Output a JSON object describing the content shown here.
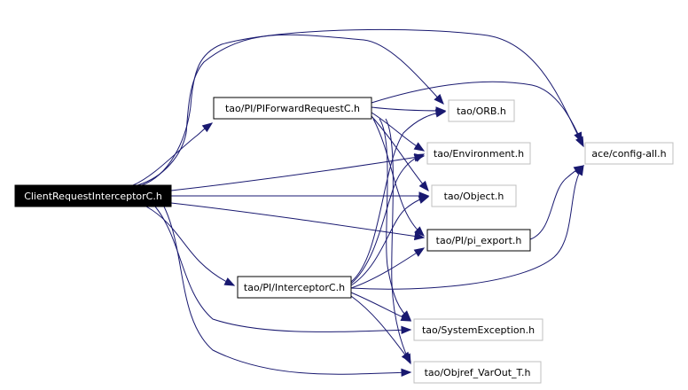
{
  "colors": {
    "edge": "#191970",
    "main_fill": "#000000",
    "main_text": "#ffffff",
    "documented_border": "#000000",
    "undocumented_border": "#bfbfbf",
    "text": "#000000"
  },
  "nodes": [
    {
      "id": "main",
      "label": "ClientRequestInterceptorC.h",
      "style": "main"
    },
    {
      "id": "pfr",
      "label": "tao/PI/PIForwardRequestC.h",
      "style": "documented"
    },
    {
      "id": "interceptor",
      "label": "tao/PI/InterceptorC.h",
      "style": "documented"
    },
    {
      "id": "orb",
      "label": "tao/ORB.h",
      "style": "undocumented"
    },
    {
      "id": "env",
      "label": "tao/Environment.h",
      "style": "undocumented"
    },
    {
      "id": "object",
      "label": "tao/Object.h",
      "style": "undocumented"
    },
    {
      "id": "pi_export",
      "label": "tao/PI/pi_export.h",
      "style": "documented"
    },
    {
      "id": "sysexc",
      "label": "tao/SystemException.h",
      "style": "undocumented"
    },
    {
      "id": "varout",
      "label": "tao/Objref_VarOut_T.h",
      "style": "undocumented"
    },
    {
      "id": "config",
      "label": "ace/config-all.h",
      "style": "undocumented"
    }
  ],
  "edges": [
    {
      "from": "main",
      "to": "pfr"
    },
    {
      "from": "main",
      "to": "orb"
    },
    {
      "from": "main",
      "to": "config"
    },
    {
      "from": "main",
      "to": "env"
    },
    {
      "from": "main",
      "to": "object"
    },
    {
      "from": "main",
      "to": "pi_export"
    },
    {
      "from": "main",
      "to": "interceptor"
    },
    {
      "from": "main",
      "to": "sysexc"
    },
    {
      "from": "main",
      "to": "varout"
    },
    {
      "from": "pfr",
      "to": "orb"
    },
    {
      "from": "pfr",
      "to": "config"
    },
    {
      "from": "pfr",
      "to": "env"
    },
    {
      "from": "pfr",
      "to": "object"
    },
    {
      "from": "pfr",
      "to": "pi_export"
    },
    {
      "from": "pfr",
      "to": "sysexc"
    },
    {
      "from": "pfr",
      "to": "varout"
    },
    {
      "from": "interceptor",
      "to": "orb"
    },
    {
      "from": "interceptor",
      "to": "env"
    },
    {
      "from": "interceptor",
      "to": "object"
    },
    {
      "from": "interceptor",
      "to": "pi_export"
    },
    {
      "from": "interceptor",
      "to": "config"
    },
    {
      "from": "interceptor",
      "to": "sysexc"
    },
    {
      "from": "interceptor",
      "to": "varout"
    },
    {
      "from": "pi_export",
      "to": "config"
    }
  ]
}
